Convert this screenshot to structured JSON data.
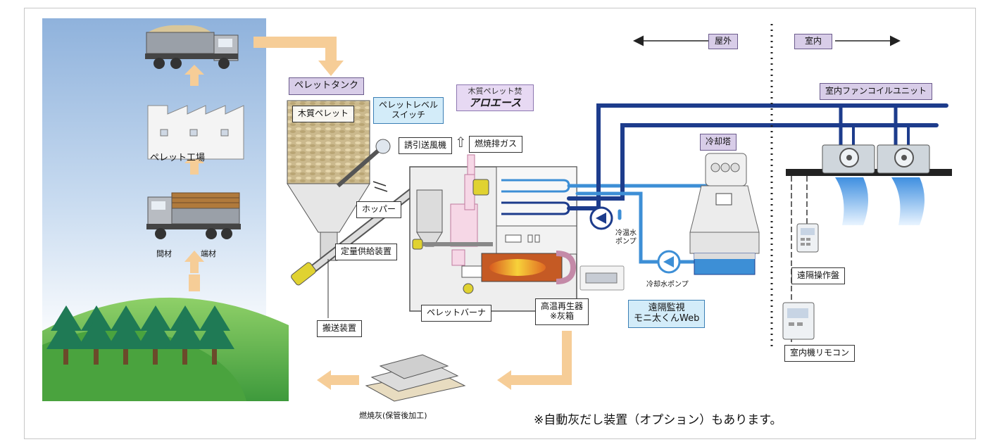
{
  "labels": {
    "outdoor": "屋外",
    "indoor": "室内",
    "pellet_tank": "ペレットタンク",
    "wood_pellet": "木質ペレット",
    "level_switch": "ペレットレベル\nスイッチ",
    "brand_line1": "木質ペレット焚",
    "brand_line2": "アロエース",
    "induced_fan": "誘引送風機",
    "exhaust_gas": "燃焼排ガス",
    "hopper": "ホッパー",
    "feeder": "定量供給装置",
    "conveyor": "搬送装置",
    "pellet_factory": "ペレット工場",
    "thinning": "間材",
    "offcut": "端材",
    "pellet_burner": "ペレットバーナ",
    "regenerator": "高温再生器\n※灰箱",
    "cooling_tower": "冷却塔",
    "chilled_pump": "冷温水\nポンプ",
    "cooling_pump": "冷却水ポンプ",
    "remote_monitor": "遠隔監視\nモニ太くんWeb",
    "fan_coil": "室内ファンコイルユニット",
    "remote_panel": "遠隔操作盤",
    "indoor_remote": "室内機リモコン",
    "ash": "燃焼灰(保管後加工)",
    "note": "※自動灰だし装置（オプション）もあります。"
  },
  "colors": {
    "sky_top": "#8fb2dc",
    "hill": "#5cb24a",
    "tree": "#1f7a55",
    "flow_arrow": "#f6cd97",
    "pipe_dark": "#1d3c8c",
    "pipe_light": "#3d8fd6",
    "tank_label_bg": "#d8cde8",
    "flame": "#f0a030"
  },
  "icons": [
    "truck-icon",
    "factory-icon",
    "fan-icon",
    "pump-icon",
    "remote-control-icon",
    "monitor-device-icon"
  ]
}
